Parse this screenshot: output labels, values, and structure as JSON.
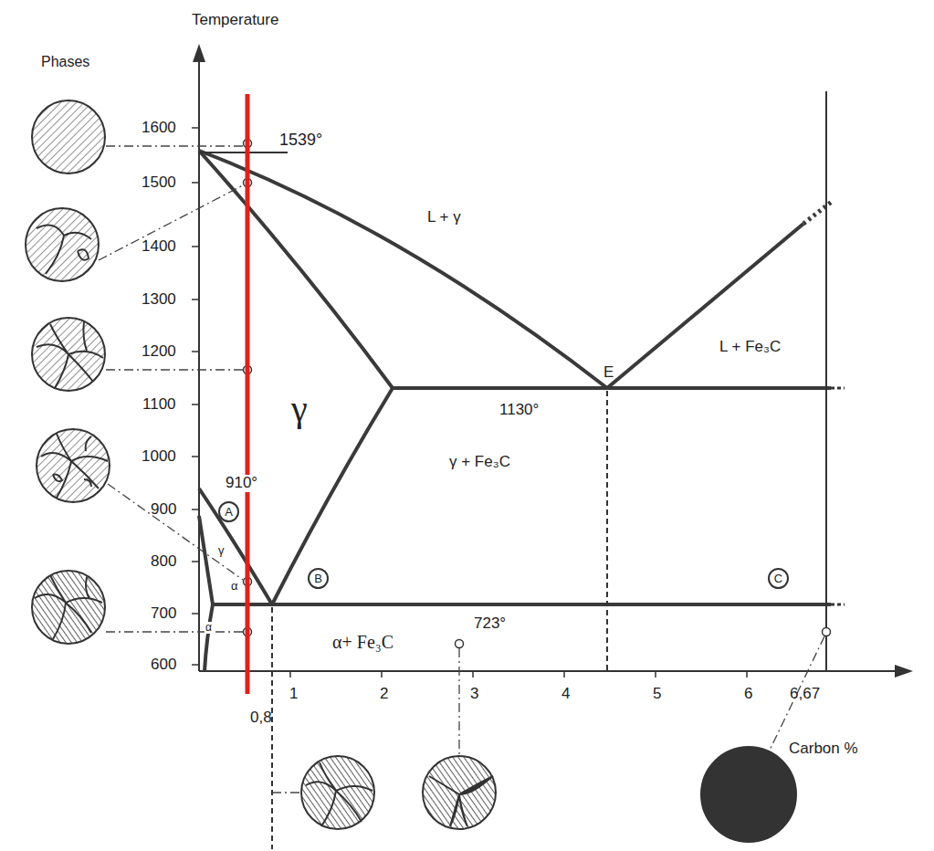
{
  "diagram": {
    "nodes": [
      {
        "text": [
          "A"
        ]
      },
      {
        "text": [
          "B"
        ]
      },
      {
        "text": [
          "C"
        ]
      }
    ],
    "labels": [
      "Temperature",
      "Phases",
      "1600",
      "1500",
      "1400",
      "1300",
      "1200",
      "1100",
      "1000",
      "900",
      "800",
      "700",
      "600",
      "1539°",
      "L + γ",
      "E",
      "L + Fe₃C",
      "γ",
      "1130°",
      "γ + Fe₃C",
      "910°",
      "γ",
      "α",
      "α",
      "723°",
      "α+ Fe₃C",
      "1",
      "2",
      "3",
      "4",
      "5",
      "6",
      "6,67",
      "0,8",
      "Carbon %"
    ]
  }
}
